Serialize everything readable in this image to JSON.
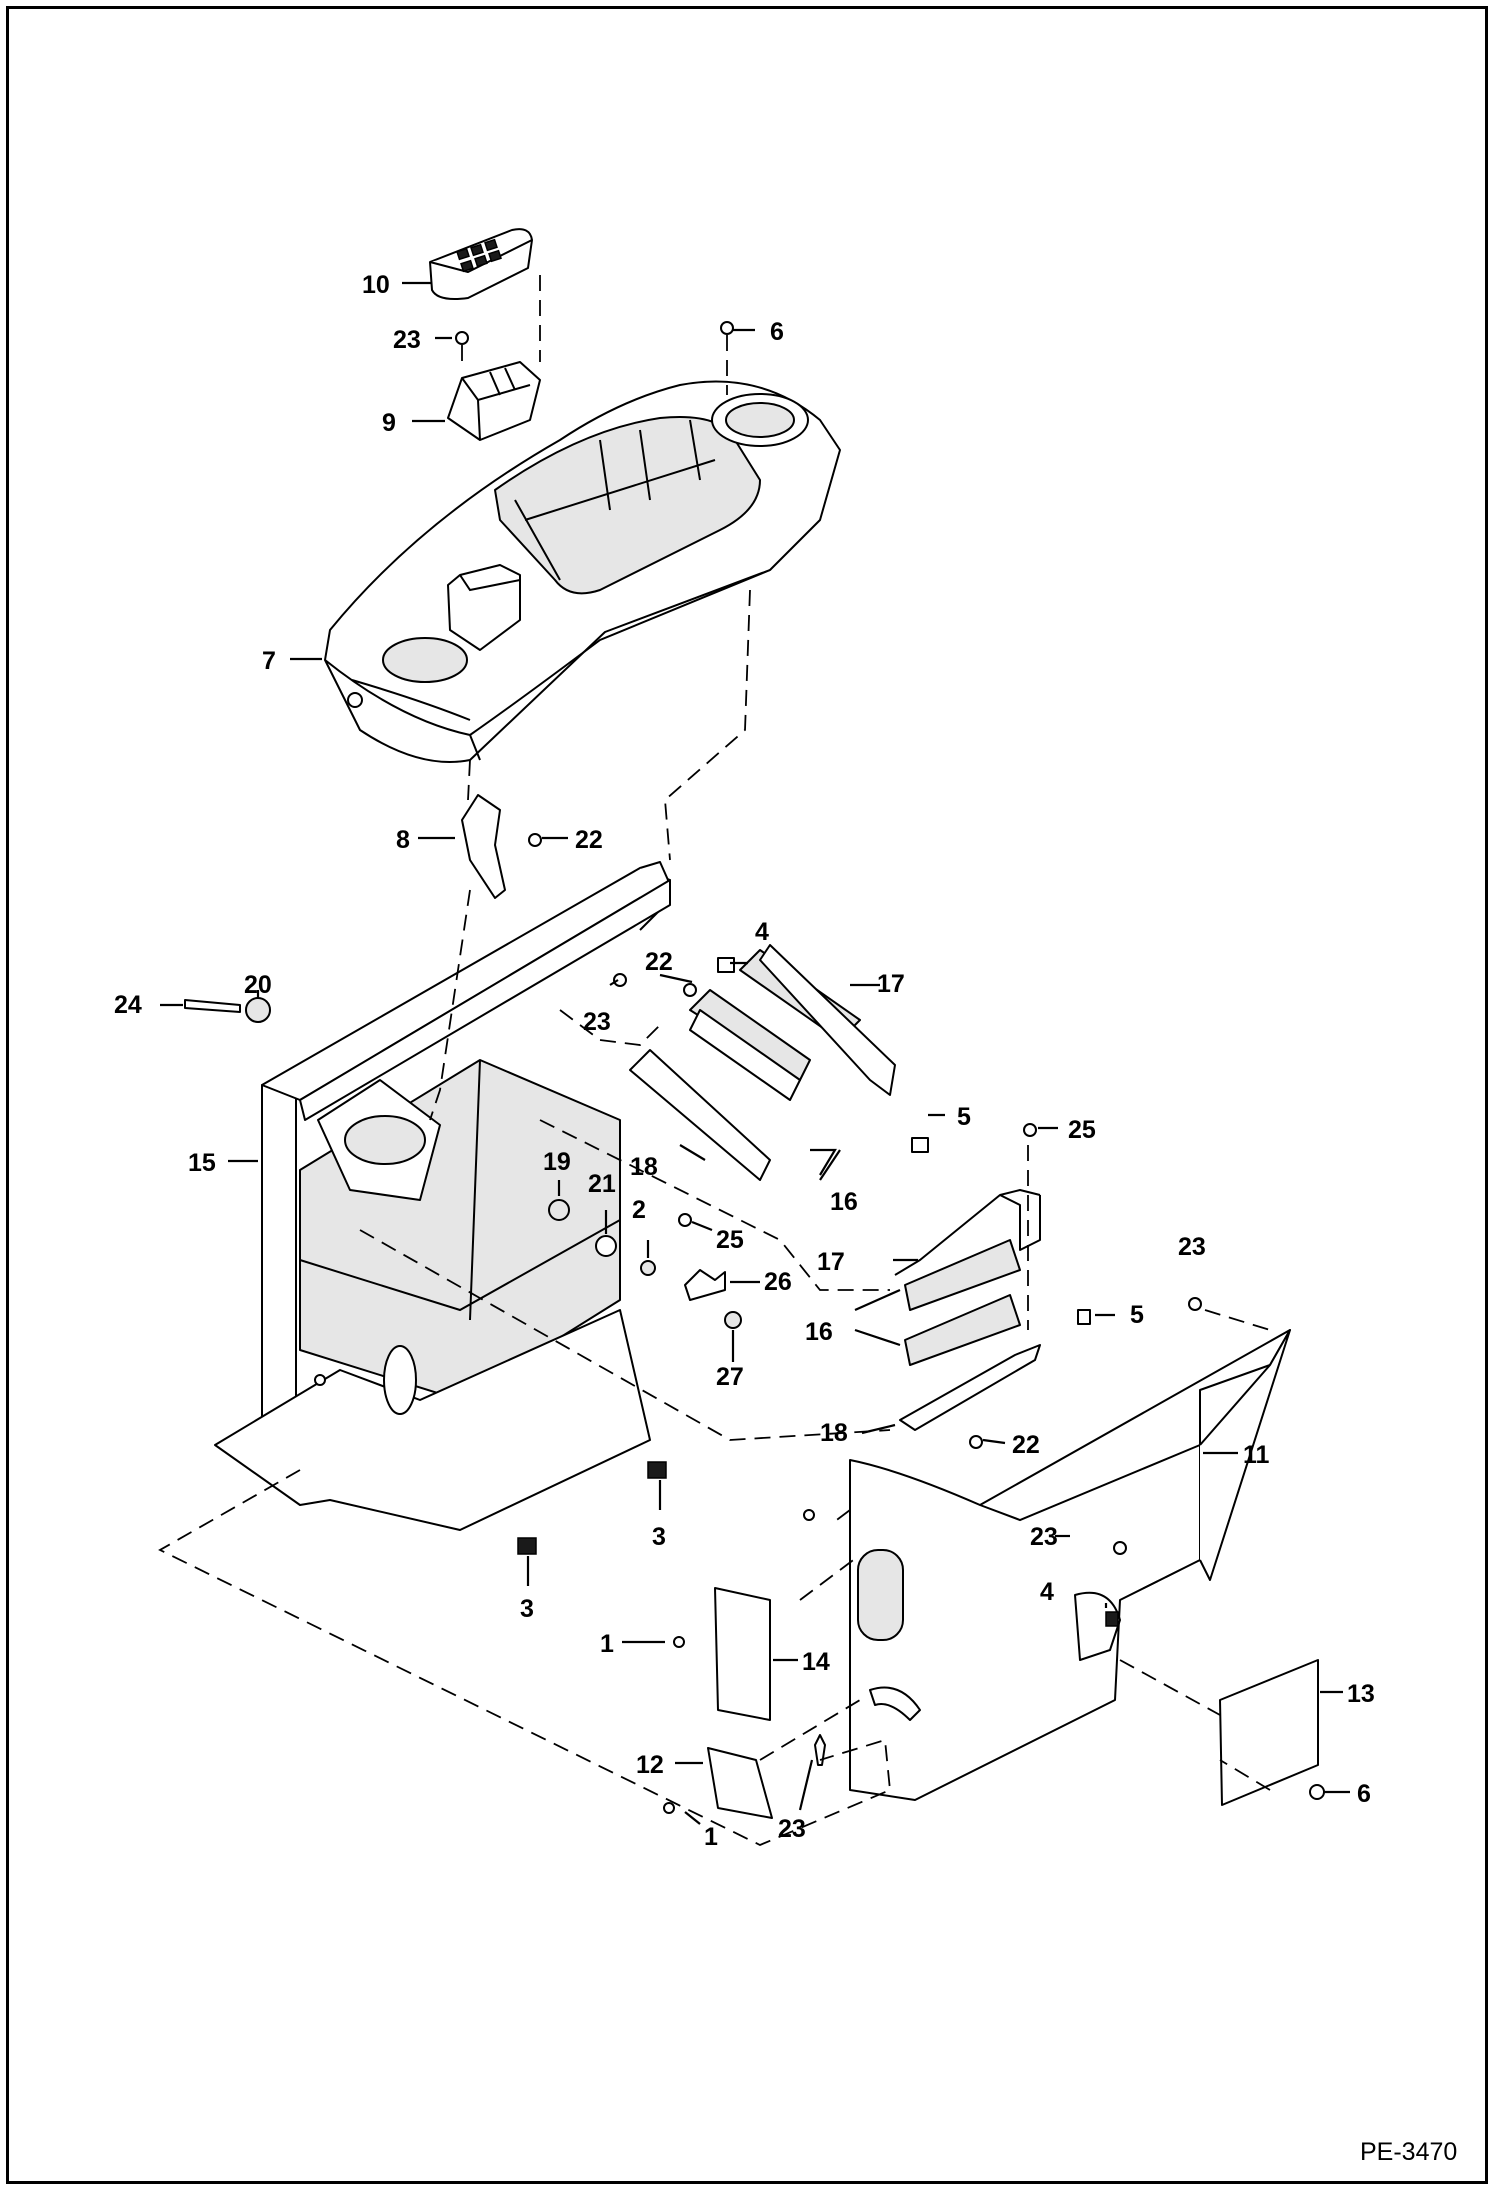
{
  "figure": {
    "reference_code": "PE-3470"
  },
  "callouts": [
    {
      "id": "c10",
      "label": "10"
    },
    {
      "id": "c23a",
      "label": "23"
    },
    {
      "id": "c6a",
      "label": "6"
    },
    {
      "id": "c9",
      "label": "9"
    },
    {
      "id": "c7",
      "label": "7"
    },
    {
      "id": "c8",
      "label": "8"
    },
    {
      "id": "c22a",
      "label": "22"
    },
    {
      "id": "c4a",
      "label": "4"
    },
    {
      "id": "c22b",
      "label": "22"
    },
    {
      "id": "c17a",
      "label": "17"
    },
    {
      "id": "c24",
      "label": "24"
    },
    {
      "id": "c20",
      "label": "20"
    },
    {
      "id": "c23b",
      "label": "23"
    },
    {
      "id": "c5a",
      "label": "5"
    },
    {
      "id": "c25a",
      "label": "25"
    },
    {
      "id": "c15",
      "label": "15"
    },
    {
      "id": "c18a",
      "label": "18"
    },
    {
      "id": "c19",
      "label": "19"
    },
    {
      "id": "c21",
      "label": "21"
    },
    {
      "id": "c2",
      "label": "2"
    },
    {
      "id": "c16a",
      "label": "16"
    },
    {
      "id": "c25b",
      "label": "25"
    },
    {
      "id": "c23c",
      "label": "23"
    },
    {
      "id": "c17b",
      "label": "17"
    },
    {
      "id": "c26",
      "label": "26"
    },
    {
      "id": "c16b",
      "label": "16"
    },
    {
      "id": "c5b",
      "label": "5"
    },
    {
      "id": "c27",
      "label": "27"
    },
    {
      "id": "c18b",
      "label": "18"
    },
    {
      "id": "c22c",
      "label": "22"
    },
    {
      "id": "c11",
      "label": "11"
    },
    {
      "id": "c3a",
      "label": "3"
    },
    {
      "id": "c23d",
      "label": "23"
    },
    {
      "id": "c3b",
      "label": "3"
    },
    {
      "id": "c4b",
      "label": "4"
    },
    {
      "id": "c1a",
      "label": "1"
    },
    {
      "id": "c14",
      "label": "14"
    },
    {
      "id": "c13",
      "label": "13"
    },
    {
      "id": "c12",
      "label": "12"
    },
    {
      "id": "c6b",
      "label": "6"
    },
    {
      "id": "c1b",
      "label": "1"
    },
    {
      "id": "c23e",
      "label": "23"
    }
  ]
}
